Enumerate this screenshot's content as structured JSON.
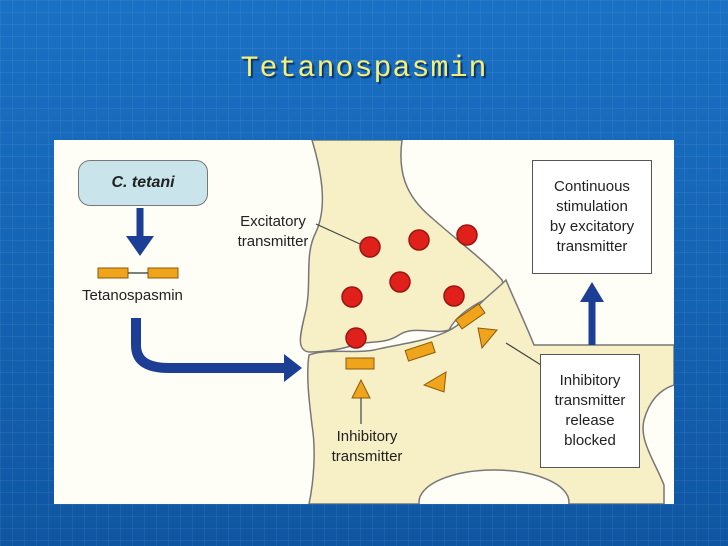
{
  "slide": {
    "title": "Tetanospasmin"
  },
  "diagram": {
    "organism_label": "C. tetani",
    "toxin_label": "Tetanospasmin",
    "excitatory_label_line1": "Excitatory",
    "excitatory_label_line2": "transmitter",
    "inhibitory_label_line1": "Inhibitory",
    "inhibitory_label_line2": "transmitter",
    "outcome_box": [
      "Continuous",
      "stimulation",
      "by excitatory",
      "transmitter"
    ],
    "blocked_box": [
      "Inhibitory",
      "transmitter",
      "release",
      "blocked"
    ],
    "colors": {
      "neuron_fill": "#f7f0c6",
      "vesicle_red": "#e0211b",
      "toxin_orange": "#f0a41c",
      "arrow_blue": "#1c3f95",
      "bacterium_box": "#c9e4ea"
    }
  }
}
